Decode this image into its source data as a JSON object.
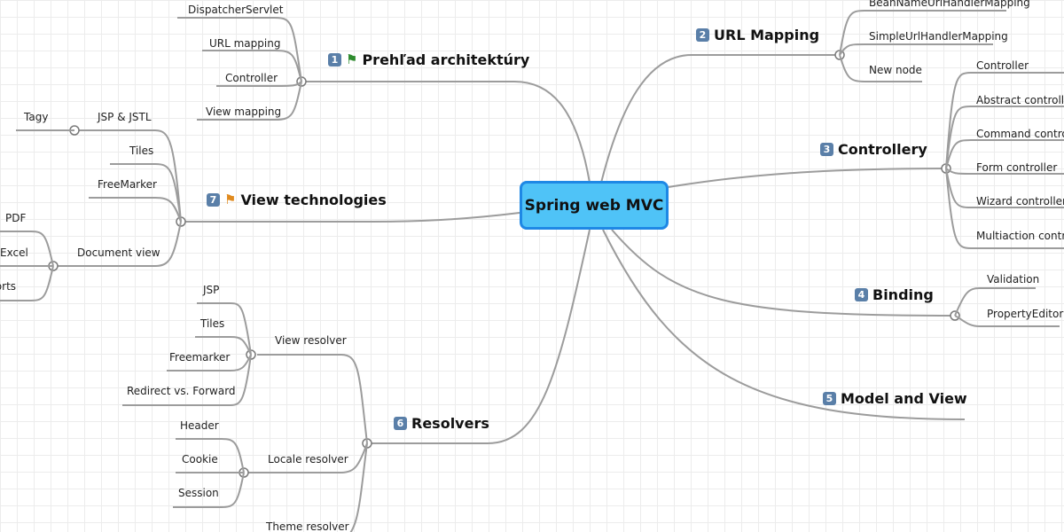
{
  "central": "Spring web MVC",
  "topics": {
    "t1": {
      "num": "1",
      "label": "Prehľad architektúry",
      "flag_color": "#2e8b2e"
    },
    "t2": {
      "num": "2",
      "label": "URL Mapping"
    },
    "t3": {
      "num": "3",
      "label": "Controllery"
    },
    "t4": {
      "num": "4",
      "label": "Binding"
    },
    "t5": {
      "num": "5",
      "label": "Model and View"
    },
    "t6": {
      "num": "6",
      "label": "Resolvers"
    },
    "t7": {
      "num": "7",
      "label": "View technologies",
      "flag_color": "#e08a1e"
    }
  },
  "subtopics": {
    "t1": [
      "DispatcherServlet",
      "URL mapping",
      "Controller",
      "View mapping"
    ],
    "t2": [
      "BeanNameUrlHandlerMapping",
      "SimpleUrlHandlerMapping",
      "New node"
    ],
    "t3": [
      "Controller",
      "Abstract controller",
      "Command controller",
      "Form controller",
      "Wizard controller",
      "Multiaction controller"
    ],
    "t4": [
      "Validation",
      "PropertyEditor"
    ],
    "t6": [
      "View resolver",
      "Locale resolver",
      "Theme resolver"
    ],
    "t6_view": [
      "JSP",
      "Tiles",
      "Freemarker",
      "Redirect vs. Forward"
    ],
    "t6_locale": [
      "Header",
      "Cookie",
      "Session"
    ],
    "t7": [
      "JSP & JSTL",
      "Tiles",
      "FreeMarker",
      "Document view"
    ],
    "t7_jsp": [
      "Tagy"
    ],
    "t7_doc": [
      "PDF",
      "Excel",
      "Reports"
    ]
  },
  "colors": {
    "central_fill": "#4fc3f7",
    "central_border": "#1e88e5",
    "line": "#9c9c9c",
    "badge": "#5a7fa8"
  }
}
